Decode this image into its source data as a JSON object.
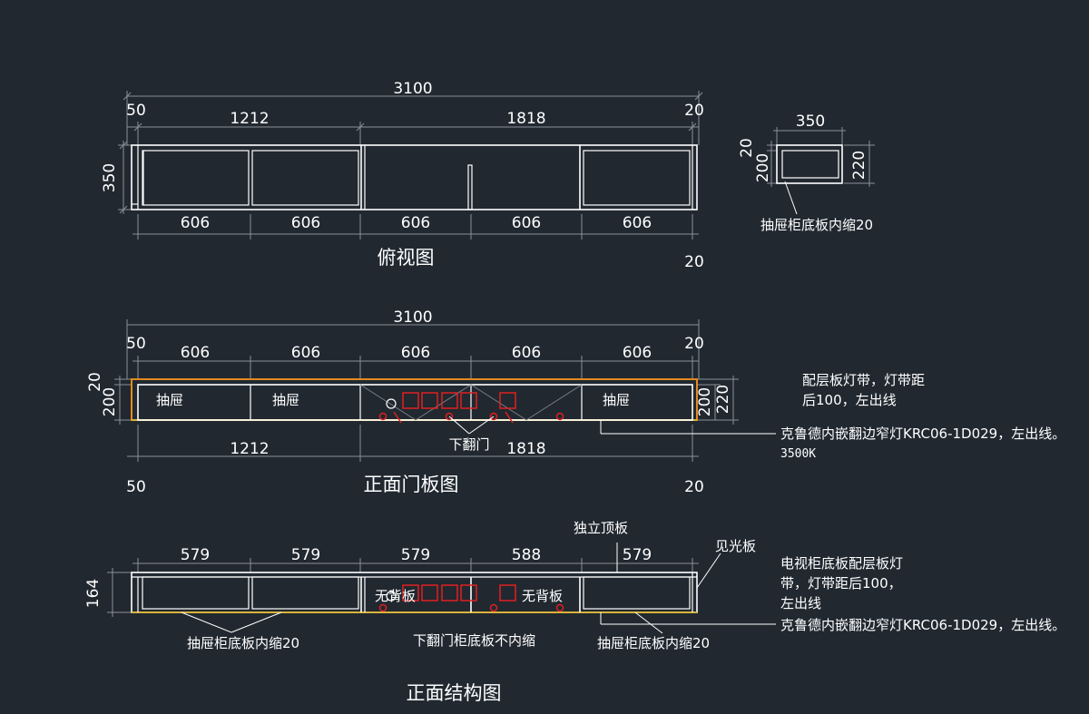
{
  "colors": {
    "background": "#212830",
    "outline": "#ffffff",
    "dimension": "#8a9098",
    "led_strip_front": "#e58a1f",
    "led_strip_bottom": "#d9b43a",
    "fixture": "#e02020"
  },
  "plan_view": {
    "caption": "俯视图",
    "dims": {
      "overall": "3100",
      "left_edge": "50",
      "right_edge": "20",
      "left_block": "1212",
      "right_block": "1818",
      "depth": "350",
      "bays": [
        "606",
        "606",
        "606",
        "606",
        "606"
      ],
      "bottom_right": "20"
    }
  },
  "section_view": {
    "dims": {
      "width": "350",
      "top": "20",
      "inner": "200",
      "overall": "220"
    },
    "note": "抽屉柜底板内缩20"
  },
  "front_door_view": {
    "caption": "正面门板图",
    "dims": {
      "overall": "3100",
      "left_edge": "50",
      "right_edge": "20",
      "bays": [
        "606",
        "606",
        "606",
        "606",
        "606"
      ],
      "left_top": "20",
      "left_height": "200",
      "right_inner": "200",
      "right_overall": "220",
      "left_block": "1212",
      "right_block": "1818",
      "bottom_left": "50",
      "bottom_right": "20"
    },
    "labels": {
      "drawer_1": "抽屉",
      "drawer_2": "抽屉",
      "drawer_3": "抽屉",
      "flap_door": "下翻门"
    },
    "notes": {
      "shelf_light_1": "配层板灯带，灯带距",
      "shelf_light_2": "后100，左出线",
      "fixture_1": "克鲁德内嵌翻边窄灯KRC06-1D029，左出线。",
      "fixture_2": "3500K"
    }
  },
  "front_structure_view": {
    "caption": "正面结构图",
    "dims": {
      "bays": [
        "579",
        "579",
        "579",
        "588",
        "579"
      ],
      "height": "164"
    },
    "labels": {
      "top_panel": "独立顶板",
      "visible_panel": "见光板",
      "no_back_1": "无背板",
      "no_back_2": "无背板",
      "drawer_inset_left": "抽屉柜底板内缩20",
      "flap_no_inset": "下翻门柜底板不内缩",
      "drawer_inset_right": "抽屉柜底板内缩20"
    },
    "notes": {
      "tv_light_1": "电视柜底板配层板灯",
      "tv_light_2": "带，灯带距后100，",
      "tv_light_3": "左出线",
      "fixture": "克鲁德内嵌翻边窄灯KRC06-1D029，左出线。"
    }
  }
}
